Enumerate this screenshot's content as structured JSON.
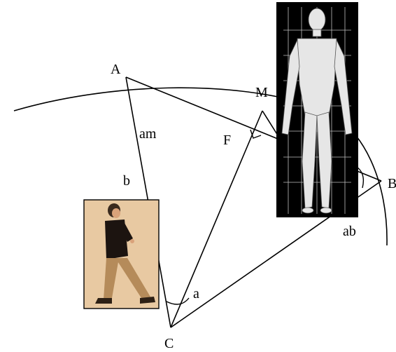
{
  "diagram": {
    "points": {
      "A": "A",
      "B": "B",
      "C": "C",
      "M": "M",
      "F": "F"
    },
    "segment_labels": {
      "am": "am",
      "b": "b",
      "ab": "ab"
    },
    "angle_label": "a",
    "images": [
      {
        "name": "walking-man-photo",
        "description_icon": "walking-person-icon"
      },
      {
        "name": "human-proportions-figure",
        "description_icon": "anatomy-grid-icon"
      }
    ],
    "colors": {
      "line": "#000000",
      "photo_bg": "#e9c9a0",
      "figure_bg": "#000000"
    }
  }
}
